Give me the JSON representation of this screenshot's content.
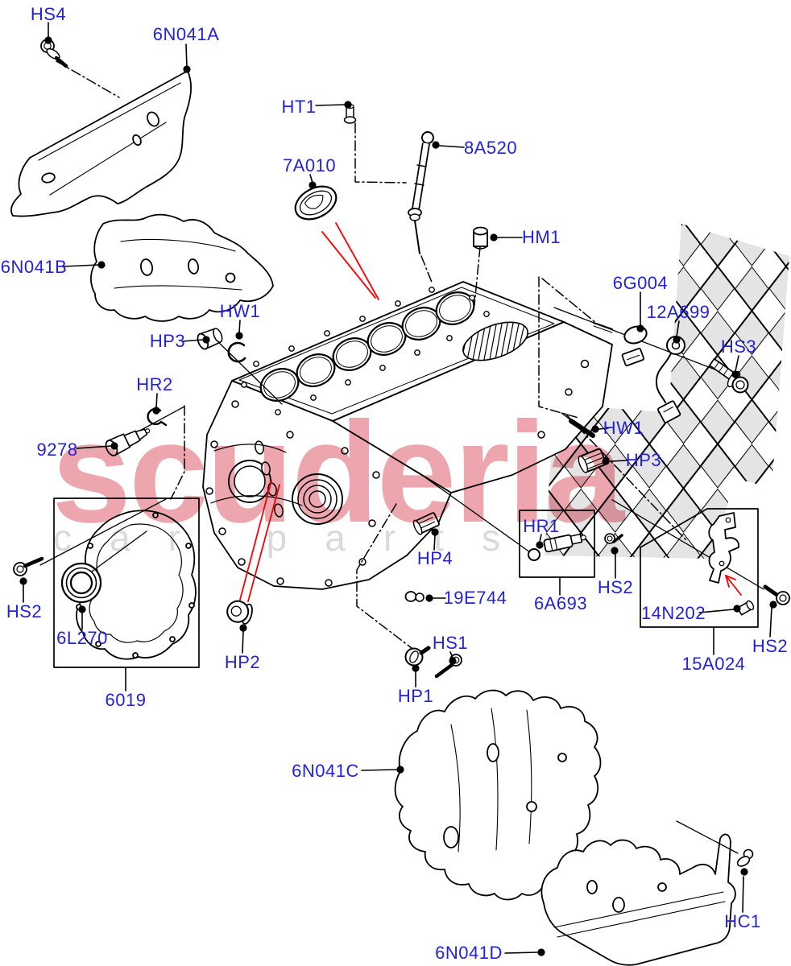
{
  "diagram": {
    "type": "exploded-parts-diagram",
    "subject": "engine cylinder block with heat shields, plugs, sensors and seals",
    "background": "#FFFFFF",
    "watermark": {
      "brand": "scuderia",
      "tagline": "car parts"
    },
    "colors": {
      "part_label": "#2222DD",
      "line_art": "#000000",
      "highlight_leader": "#FF0000",
      "watermark_brand": "#EDA6AD",
      "watermark_tagline": "#DADADA",
      "checkered_flag": "#E4E4E4"
    },
    "part_labels": [
      {
        "id": "hs4",
        "text": "HS4",
        "icon": "hex-bolt-icon"
      },
      {
        "id": "6n041a",
        "text": "6N041A",
        "icon": "heat-shield-panel"
      },
      {
        "id": "ht1",
        "text": "HT1",
        "icon": "elbow-fitting-icon"
      },
      {
        "id": "8a520",
        "text": "8A520",
        "icon": "dipstick-tube-icon"
      },
      {
        "id": "7a010",
        "text": "7A010",
        "icon": "oval-gasket-icon"
      },
      {
        "id": "hm1",
        "text": "HM1",
        "icon": "dowel-pin-icon"
      },
      {
        "id": "6n041b",
        "text": "6N041B",
        "icon": "heat-shield-panel"
      },
      {
        "id": "hw1-left",
        "text": "HW1",
        "icon": "c-washer-icon"
      },
      {
        "id": "hp3-left",
        "text": "HP3",
        "icon": "cup-plug-icon"
      },
      {
        "id": "hr2",
        "text": "HR2",
        "icon": "retainer-clip-icon"
      },
      {
        "id": "9278",
        "text": "9278",
        "icon": "oil-pressure-switch-icon"
      },
      {
        "id": "6g004",
        "text": "6G004",
        "icon": "temperature-sensor-icon"
      },
      {
        "id": "12a699",
        "text": "12A699",
        "icon": "knock-sensor-icon"
      },
      {
        "id": "hs3",
        "text": "HS3",
        "icon": "hex-bolt-icon"
      },
      {
        "id": "hw1-right",
        "text": "HW1",
        "icon": "pin-icon"
      },
      {
        "id": "hp3-right",
        "text": "HP3",
        "icon": "cup-plug-icon"
      },
      {
        "id": "hs2-left",
        "text": "HS2",
        "icon": "hex-bolt-icon"
      },
      {
        "id": "6l270",
        "text": "6L270",
        "icon": "crank-seal-icon"
      },
      {
        "id": "6019",
        "text": "6019",
        "icon": "gasket-group-box"
      },
      {
        "id": "hp2",
        "text": "HP2",
        "icon": "core-plug-icon"
      },
      {
        "id": "hp4",
        "text": "HP4",
        "icon": "core-plug-icon"
      },
      {
        "id": "19e744",
        "text": "19E744",
        "icon": "oil-jet-icon"
      },
      {
        "id": "hs1",
        "text": "HS1",
        "icon": "hex-bolt-icon"
      },
      {
        "id": "hp1",
        "text": "HP1",
        "icon": "blanking-plug-icon"
      },
      {
        "id": "hr1",
        "text": "HR1",
        "icon": "o-ring-icon"
      },
      {
        "id": "6a693",
        "text": "6A693",
        "icon": "sensor-group-box"
      },
      {
        "id": "hs2-mid",
        "text": "HS2",
        "icon": "hex-bolt-icon"
      },
      {
        "id": "14n202",
        "text": "14N202",
        "icon": "stud-pin-icon"
      },
      {
        "id": "15a024",
        "text": "15A024",
        "icon": "bracket-group-box"
      },
      {
        "id": "hs2-right",
        "text": "HS2",
        "icon": "hex-bolt-icon"
      },
      {
        "id": "6n041c",
        "text": "6N041C",
        "icon": "heat-shield-panel"
      },
      {
        "id": "6n041d",
        "text": "6N041D",
        "icon": "heat-shield-panel"
      },
      {
        "id": "hc1",
        "text": "HC1",
        "icon": "push-clip-icon"
      }
    ]
  }
}
